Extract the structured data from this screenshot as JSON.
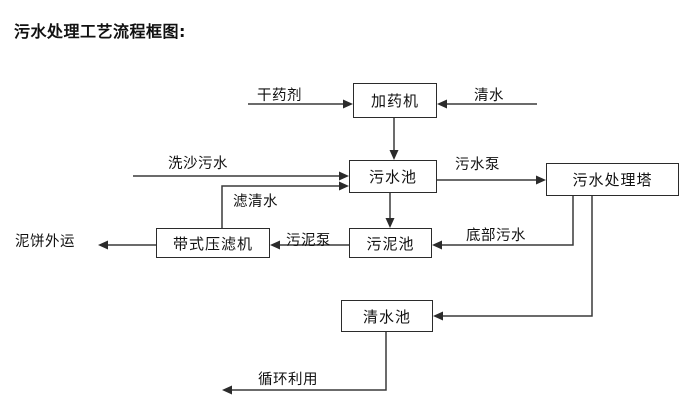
{
  "title": "污水处理工艺流程框图:",
  "nodes": [
    {
      "id": "dosing-machine",
      "label": "加药机"
    },
    {
      "id": "wastewater-pool",
      "label": "污水池"
    },
    {
      "id": "treatment-tower",
      "label": "污水处理塔"
    },
    {
      "id": "belt-filter-press",
      "label": "带式压滤机"
    },
    {
      "id": "sludge-pool",
      "label": "污泥池"
    },
    {
      "id": "clean-water-pool",
      "label": "清水池"
    }
  ],
  "edge_labels": [
    {
      "id": "dry-agent",
      "label": "干药剂"
    },
    {
      "id": "clean-water-in",
      "label": "清水"
    },
    {
      "id": "sand-wash-sewage",
      "label": "洗沙污水"
    },
    {
      "id": "filtered-water",
      "label": "滤清水"
    },
    {
      "id": "sewage-pump",
      "label": "污水泵"
    },
    {
      "id": "bottom-sewage",
      "label": "底部污水"
    },
    {
      "id": "sludge-pump",
      "label": "污泥泵"
    },
    {
      "id": "mud-cake-transport",
      "label": "泥饼外运"
    },
    {
      "id": "recycle-reuse",
      "label": "循环利用"
    }
  ],
  "colors": {
    "box_border": "#2b2b2b",
    "wire": "#3a3a3a",
    "text": "#111111",
    "background": "#ffffff"
  }
}
